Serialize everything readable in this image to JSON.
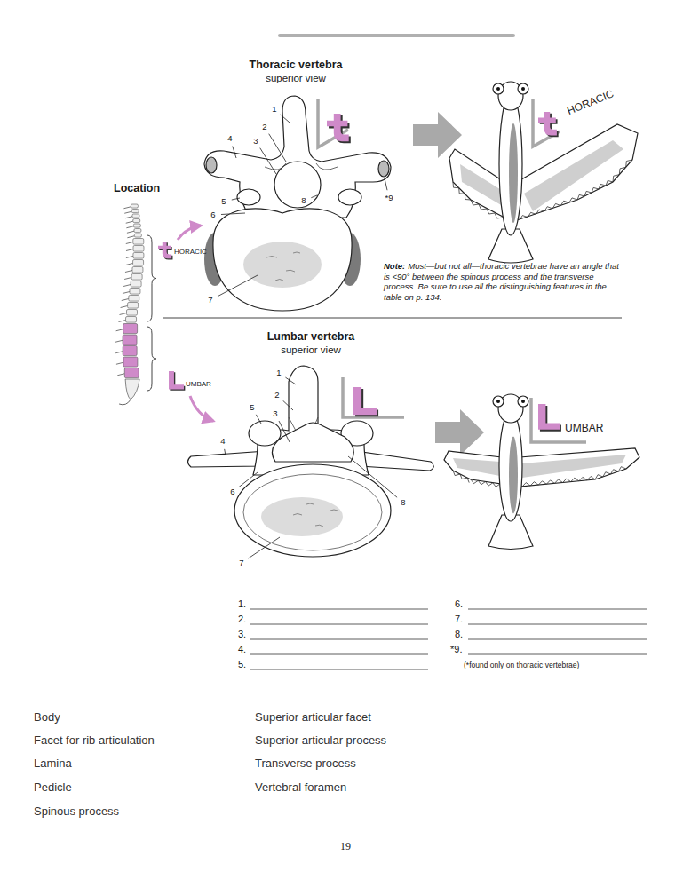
{
  "diagram": {
    "labels": [
      "Thoracic vertebra",
      "superior view",
      "1",
      "2",
      "3",
      "4",
      "5",
      "6",
      "7",
      "8",
      "*9",
      "Location",
      "HORACIC",
      "HORACIC",
      "Note:",
      "Most—but not all—thoracic vertebrae have an angle that is <90° between the spinous process and the transverse process. Be sure to use all the distinguishing features in the table on p. 134.",
      "Lumbar vertebra",
      "superior view",
      "UMBAR",
      "UMBAR",
      "1",
      "2",
      "3",
      "4",
      "5",
      "6",
      "7",
      "8",
      "1.",
      "2.",
      "3.",
      "4.",
      "5.",
      "6.",
      "7.",
      "8.",
      "*9.",
      "(*found only on thoracic vertebrae)",
      "Body",
      "Facet for rib articulation",
      "Lamina",
      "Pedicle",
      "Spinous process",
      "Superior articular facet",
      "Superior articular process",
      "Transverse process",
      "Vertebral foramen",
      "19"
    ]
  }
}
